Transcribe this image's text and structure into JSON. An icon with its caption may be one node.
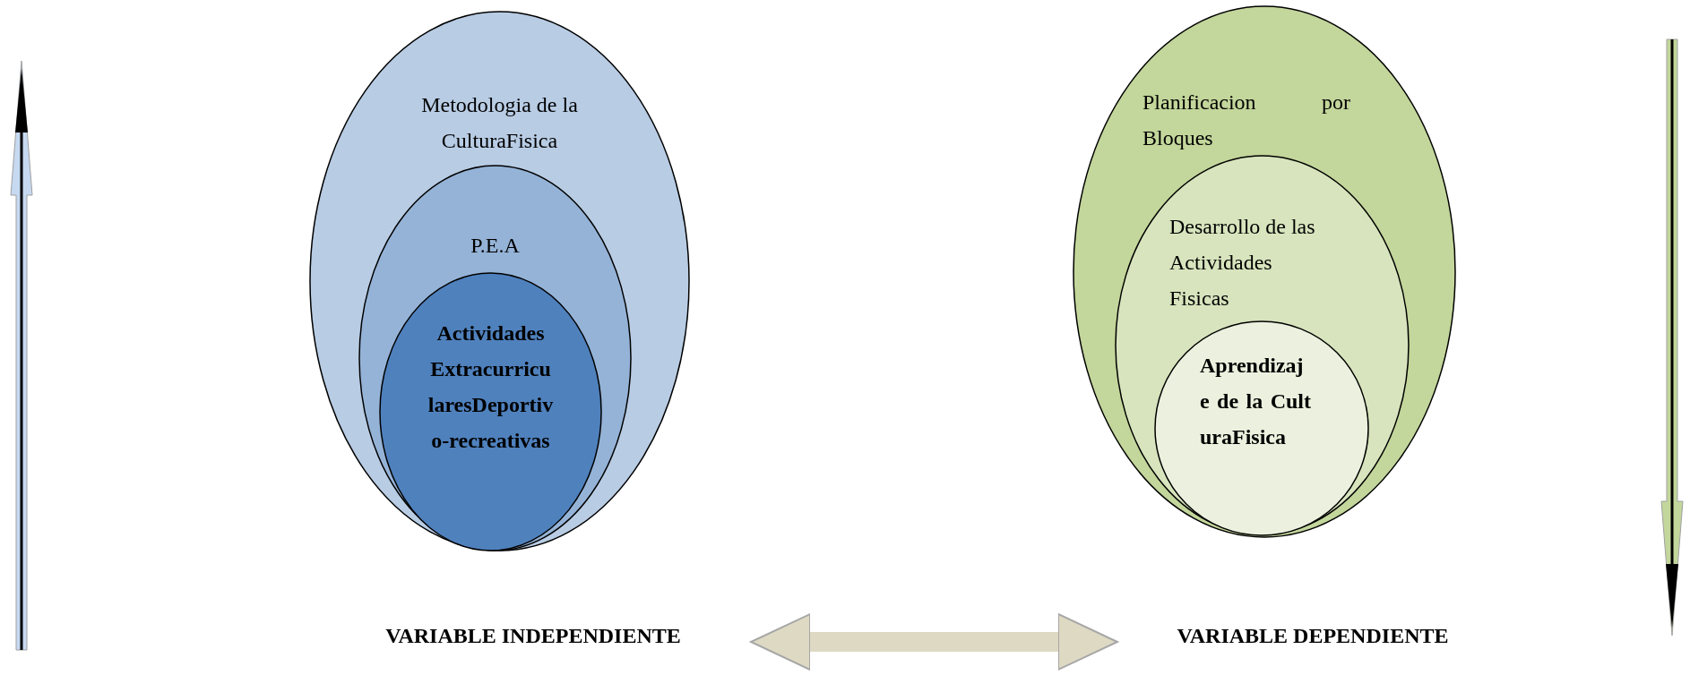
{
  "diagram": {
    "nodes": [
      {
        "text": [
          "Metodologia de la CulturaFisica"
        ]
      },
      {
        "text": [
          "P.E.A"
        ],
        "in": 0
      },
      {
        "text": [
          "Actividades ExtracurricularesDeportivo-recreativas"
        ],
        "in": 1
      },
      {
        "text": [
          "Planificacion por Bloques"
        ]
      },
      {
        "text": [
          "Desarrollo de las Actividades Fisicas"
        ],
        "in": 3
      },
      {
        "text": [
          "Aprendizaje de la CulturaFisica"
        ],
        "in": 4
      },
      {
        "text": [
          "VARIABLE INDEPENDIENTE"
        ]
      },
      {
        "text": [
          "VARIABLE DEPENDIENTE"
        ]
      }
    ],
    "edges": [
      {
        "from": 6,
        "to": 7,
        "arrow": "both"
      }
    ]
  }
}
